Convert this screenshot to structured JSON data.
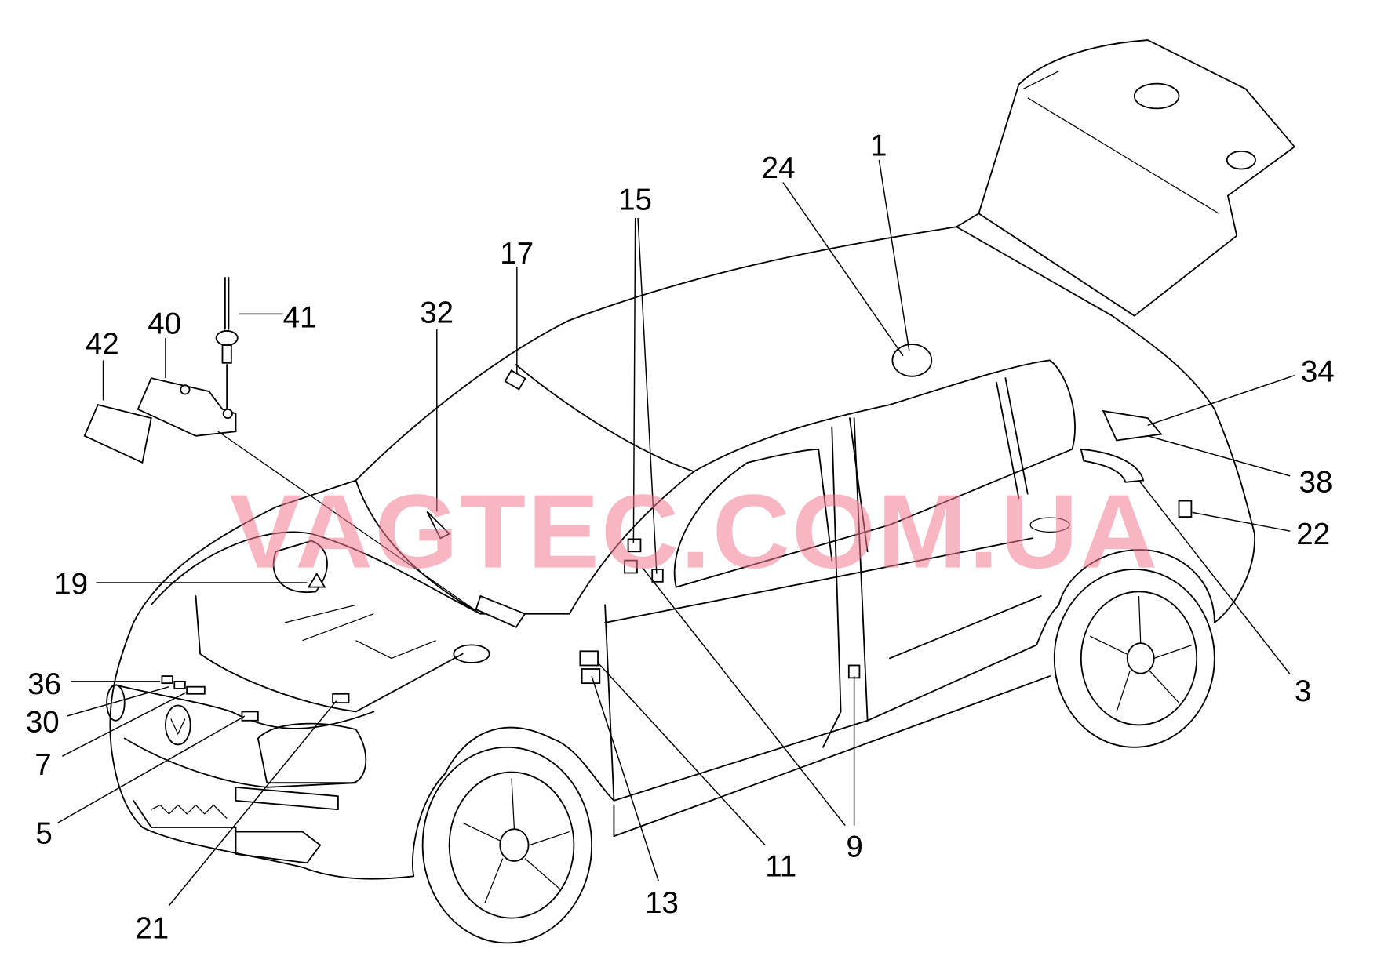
{
  "watermark": "VAGTEC.COM.UA",
  "callouts": {
    "c1": "1",
    "c3": "3",
    "c5": "5",
    "c7": "7",
    "c9": "9",
    "c11": "11",
    "c13": "13",
    "c15": "15",
    "c17": "17",
    "c19": "19",
    "c21": "21",
    "c22": "22",
    "c24": "24",
    "c30": "30",
    "c32": "32",
    "c34": "34",
    "c36": "36",
    "c38": "38",
    "c40": "40",
    "c41": "41",
    "c42": "42"
  },
  "colors": {
    "watermark": "#f07a8e",
    "lines": "#000000",
    "background": "#ffffff"
  }
}
